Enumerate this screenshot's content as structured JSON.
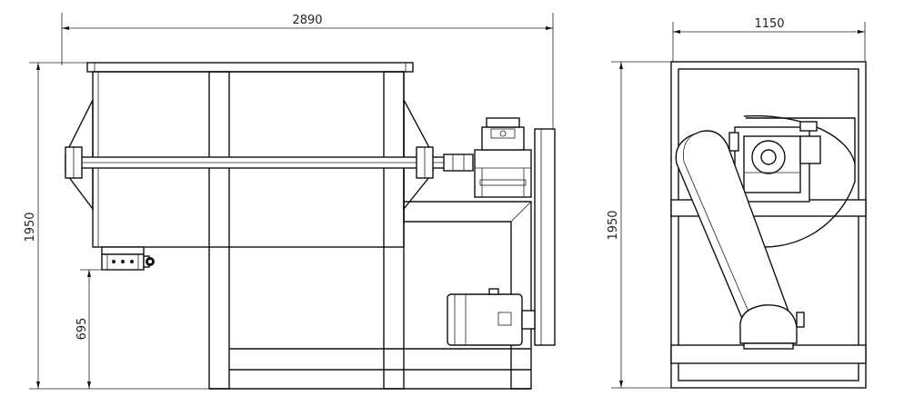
{
  "drawing": {
    "front_view": {
      "overall_width": "2890",
      "overall_height": "1950",
      "discharge_height": "695"
    },
    "side_view": {
      "overall_width": "1150",
      "overall_height": "1950"
    }
  }
}
